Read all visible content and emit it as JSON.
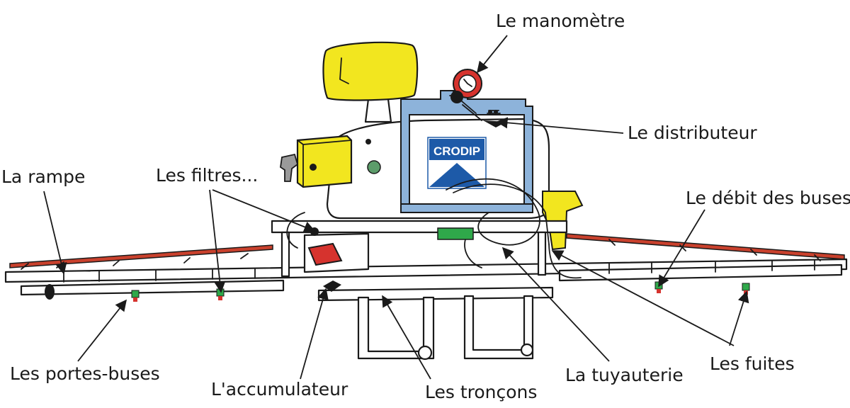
{
  "labels": {
    "manometre": "Le manomètre",
    "distributeur": "Le distributeur",
    "rampe": "La rampe",
    "filtres": "Les filtres...",
    "debit": "Le débit des buses",
    "portes_buses": "Les portes-buses",
    "accumulateur": "L'accumulateur",
    "troncons": "Les tronçons",
    "tuyauterie": "La tuyauterie",
    "fuites": "Les fuites"
  },
  "logo": {
    "text": "CRODIP"
  },
  "colors": {
    "yellow": "#f2e61f",
    "blue_frame": "#8db3da",
    "red": "#d6332e",
    "boom_red": "#c9412d",
    "green": "#2fa84a",
    "logo_blue": "#1d5aa8"
  }
}
